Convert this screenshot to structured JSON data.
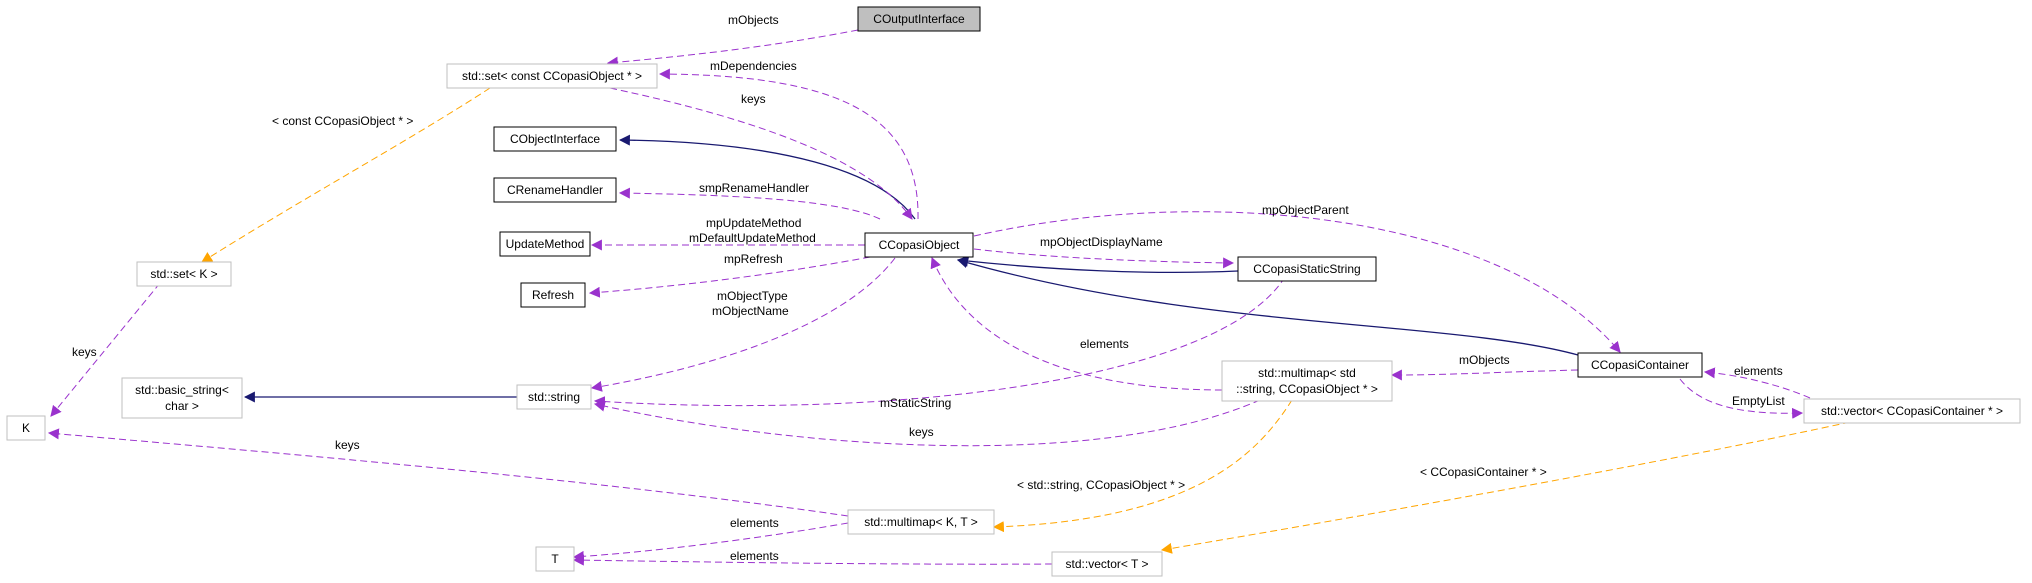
{
  "colors": {
    "inheritance": "#191970",
    "usage": "#9a32cd",
    "template": "#ffa500",
    "node_border_solid": "#000000",
    "node_border_light": "#bfbfbf",
    "highlight_fill": "#bfbfbf"
  },
  "nodes": {
    "coutputinterface": {
      "label": "COutputInterface"
    },
    "set_const_ccopasiobject": {
      "label": "std::set< const CCopasiObject * >"
    },
    "cobjectinterface": {
      "label": "CObjectInterface"
    },
    "crenamehandler": {
      "label": "CRenameHandler"
    },
    "updatemethod": {
      "label": "UpdateMethod"
    },
    "refresh": {
      "label": "Refresh"
    },
    "ccopasiobject": {
      "label": "CCopasiObject"
    },
    "ccopasistaticstring": {
      "label": "CCopasiStaticString"
    },
    "set_k": {
      "label": "std::set< K >"
    },
    "k": {
      "label": "K"
    },
    "basic_string": {
      "line1": "std::basic_string<",
      "line2": "char >"
    },
    "string": {
      "label": "std::string"
    },
    "multimap_string": {
      "line1": "std::multimap< std",
      "line2": "::string, CCopasiObject * >"
    },
    "ccopasicontainer": {
      "label": "CCopasiContainer"
    },
    "vector_ccopasicontainer": {
      "label": "std::vector< CCopasiContainer * >"
    },
    "multimap_kt": {
      "label": "std::multimap< K, T >"
    },
    "t": {
      "label": "T"
    },
    "vector_t": {
      "label": "std::vector< T >"
    }
  },
  "edge_labels": {
    "mobjects_top": "mObjects",
    "mdependencies": "mDependencies",
    "keys_set": "keys",
    "const_ccopasiobject_tmpl": "< const CCopasiObject * >",
    "smprenamehandler": "smpRenameHandler",
    "mpupdatemethod": "mpUpdateMethod",
    "mdefaultupdatemethod": "mDefaultUpdateMethod",
    "mprefresh": "mpRefresh",
    "mobjecttype": "mObjectType",
    "mobjectname": "mObjectName",
    "mpobjectdisplayname": "mpObjectDisplayName",
    "mpobjectparent": "mpObjectParent",
    "keys_k": "keys",
    "elements_mm": "elements",
    "mobjects_container": "mObjects",
    "elements_vec": "elements",
    "emptylist": "EmptyList",
    "mstaticstring": "mStaticString",
    "keys_string": "keys",
    "keys_multimap_kt": "keys",
    "string_ccopasiobject_tmpl": "< std::string, CCopasiObject * >",
    "ccopasicontainer_tmpl": "< CCopasiContainer * >",
    "elements_t1": "elements",
    "elements_t2": "elements"
  }
}
